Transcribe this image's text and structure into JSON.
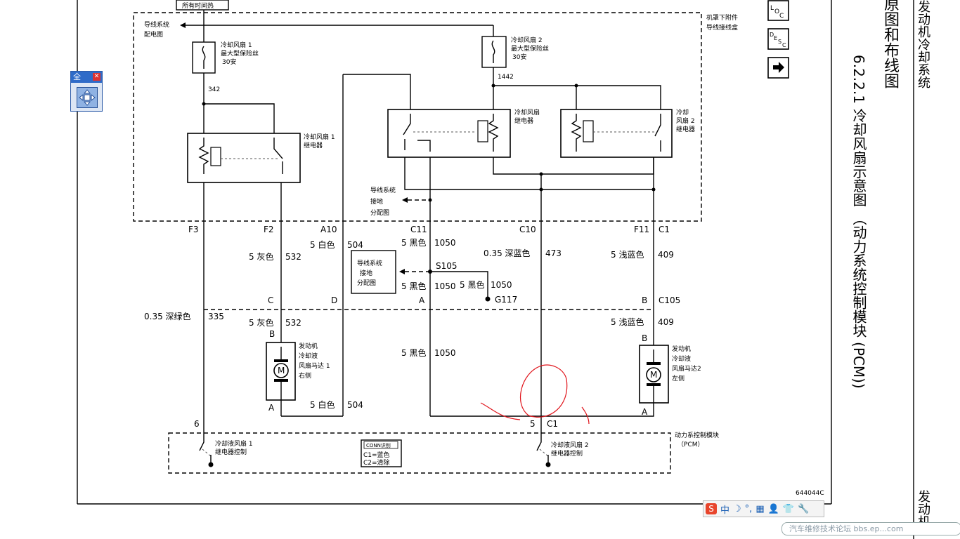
{
  "page": {
    "top_box_label": "所有时间热",
    "vertical_header_1": "发动机冷却系统",
    "vertical_header_2": "原图和布线图",
    "vertical_section_title": "6.2.2.1 冷却风扇示意图 （动力系统控制模块 (PCM))",
    "vertical_footer": "发动机",
    "figure_number": "644044C"
  },
  "side_icons": [
    {
      "name": "loc-icon",
      "label": "LOC"
    },
    {
      "name": "desc-icon",
      "label": "DESC"
    },
    {
      "name": "arrow-right-icon",
      "label": "→"
    }
  ],
  "mini_panel": {
    "title": "全",
    "close": "✕",
    "icon": "move-arrows-icon"
  },
  "ime_bar": {
    "logo": "S",
    "items": [
      "中",
      "☽",
      "°,",
      "▦",
      "👤",
      "👕",
      "🔧"
    ]
  },
  "footer_banner": "汽车维修技术论坛 bbs.ep...com",
  "labels": {
    "wiring_dist": "导线系统",
    "wiring_dist2": "配电图",
    "engine_box": "机罩下附件",
    "engine_box2": "导线接线盒",
    "fuse1_1": "冷却风扇 1",
    "fuse1_2": "最大型保险丝",
    "fuse1_3": "30安",
    "fuse2_1": "冷却风扇 2",
    "fuse2_2": "最大型保险丝",
    "fuse2_3": "30安",
    "w342": "342",
    "w1442": "1442",
    "relay1_1": "冷却风扇 1",
    "relay1_2": "继电器",
    "relaym_1": "冷却风扇",
    "relaym_2": "继电器",
    "relay2_1": "冷却",
    "relay2_2": "风扇 2",
    "relay2_3": "继电器",
    "gnd1": "导线系统",
    "gnd2": "接地",
    "gnd3": "分配图",
    "F3": "F3",
    "F2": "F2",
    "A10": "A10",
    "C11": "C11",
    "C10": "C10",
    "F11": "F11",
    "C1top": "C1",
    "w5white": "5 白色",
    "w504": "504",
    "w5black": "5 黑色",
    "w1050": "1050",
    "w035db": "0.35 深蓝色",
    "w473": "473",
    "w5lb": "5 浅蓝色",
    "w409": "409",
    "w5gray": "5 灰色",
    "w532": "532",
    "box_g1": "导线系统",
    "box_g2": "接地",
    "box_g3": "分配图",
    "S105": "S105",
    "w5black2": "5 黑色",
    "w1050b": "1050",
    "w5black3": "5 黑色",
    "w1050c": "1050",
    "G117": "G117",
    "w035dg": "0.35  深绿色",
    "w335": "335",
    "C": "C",
    "D": "D",
    "A": "A",
    "B": "B",
    "C105": "C105",
    "w5gray2": "5 灰色",
    "w532b": "532",
    "w5lb2": "5 浅蓝色",
    "w409b": "409",
    "B1": "B",
    "B2": "B",
    "m1_1": "发动机",
    "m1_2": "冷却液",
    "m1_3": "风扇马达 1",
    "m1_4": "右侧",
    "m2_1": "发动机",
    "m2_2": "冷却液",
    "m2_3": "风扇马达2",
    "m2_4": "左侧",
    "M": "M",
    "w5black4": "5 黑色",
    "w1050d": "1050",
    "A1": "A",
    "A2": "A",
    "w5white2": "5 白色",
    "w504b": "504",
    "p6": "6",
    "p5": "5",
    "pC1": "C1",
    "pcm1": "动力系控制模块",
    "pcm2": "（PCM）",
    "pcmr1_1": "冷却液风扇 1",
    "pcmr1_2": "继电器控制",
    "pcmr2_1": "冷却液风扇 2",
    "pcmr2_2": "继电器控制",
    "conn1": "CONN识别",
    "conn2": "C1=蓝色",
    "conn3": "C2=清除"
  },
  "colors": {
    "annotation": "#e0141b",
    "panel_accent": "#2f6bc8"
  }
}
